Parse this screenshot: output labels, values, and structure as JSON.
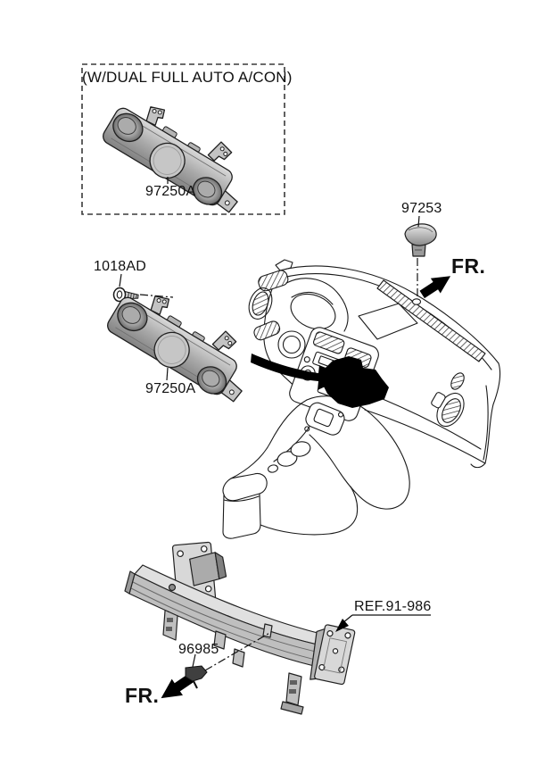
{
  "diagram": {
    "description": "Heater system - heater control parts diagram",
    "variant_box": {
      "title": "(W/DUAL FULL AUTO A/CON)",
      "part_label": "97250A"
    },
    "labels": {
      "heater_control": "97250A",
      "screw": "1018AD",
      "photo_sensor": "97253",
      "antenna_clip": "96985",
      "reference": "REF.91-986",
      "front_top": "FR.",
      "front_bottom": "FR."
    },
    "colors": {
      "line": "#1a1a1a",
      "metal_light": "#dcdcdc",
      "metal_mid": "#b5b5b5",
      "metal_dark": "#7d7d7d",
      "solid_black": "#000000",
      "background": "#ffffff"
    }
  }
}
